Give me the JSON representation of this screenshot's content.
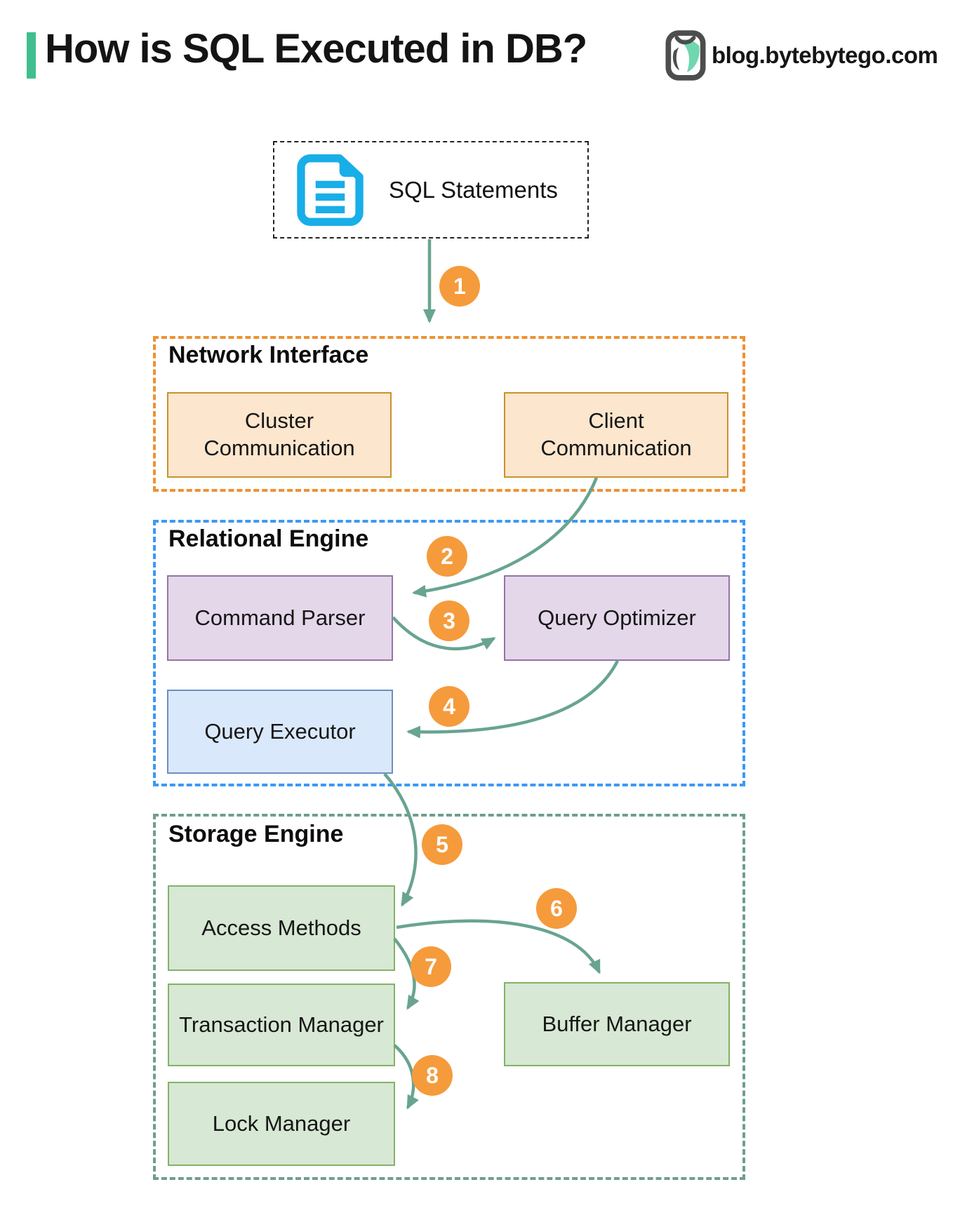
{
  "header": {
    "title": "How is SQL Executed in DB?",
    "logo_text": "blog.bytebytego.com"
  },
  "diagram": {
    "sql_box": {
      "label": "SQL Statements"
    },
    "sections": {
      "network": {
        "label": "Network Interface",
        "boxes": {
          "cluster": "Cluster Communication",
          "client": "Client Communication"
        }
      },
      "relational": {
        "label": "Relational Engine",
        "boxes": {
          "parser": "Command Parser",
          "optimizer": "Query Optimizer",
          "executor": "Query Executor"
        }
      },
      "storage": {
        "label": "Storage Engine",
        "boxes": {
          "access": "Access Methods",
          "transaction": "Transaction Manager",
          "buffer": "Buffer Manager",
          "lock": "Lock Manager"
        }
      }
    },
    "badges": [
      "1",
      "2",
      "3",
      "4",
      "5",
      "6",
      "7",
      "8"
    ]
  },
  "icons": {
    "document": "document-icon",
    "logo": "bytebytego-logo-icon"
  },
  "colors": {
    "accent_bar": "#41be8e",
    "badge": "#f59b3c",
    "arrow": "#68a490",
    "doc_icon": "#18aee8",
    "logo_mint": "#6fd7ae",
    "logo_outline": "#4d4d4d",
    "network_border": "#ee9133",
    "relational_border": "#3b99f5",
    "storage_border": "#6f9d92",
    "orange_fill": "#fce6cd",
    "orange_stroke": "#c9912f",
    "purple_fill": "#e4d7ea",
    "purple_stroke": "#9673a6",
    "blue_fill": "#dae8fc",
    "blue_stroke": "#6c8ebf",
    "green_fill": "#d7e8d4",
    "green_stroke": "#82b366"
  }
}
